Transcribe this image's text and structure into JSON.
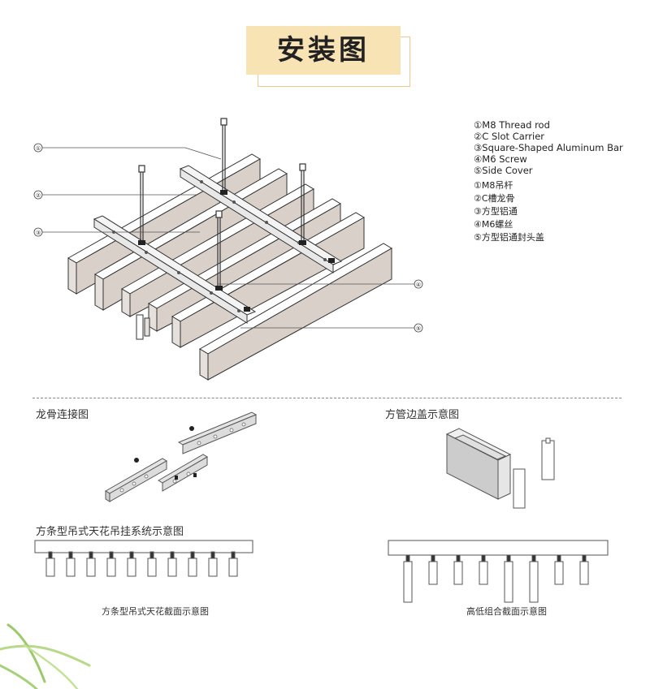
{
  "title": "安装图",
  "legend_en": [
    "①M8 Thread rod",
    "②C Slot Carrier",
    "③Square-Shaped Aluminum Bar",
    "④M6 Screw",
    "⑤Side Cover"
  ],
  "legend_cn": [
    "①M8吊杆",
    "②C槽龙骨",
    "③方型铝通",
    "④M6螺丝",
    "⑤方型铝通封头盖"
  ],
  "callouts": [
    "①",
    "②",
    "③",
    "④",
    "⑤"
  ],
  "sections": {
    "keel_connection": "龙骨连接图",
    "side_cover": "方管边盖示意图",
    "suspension_system": "方条型吊式天花吊挂系统示意图"
  },
  "captions": {
    "section_view": "方条型吊式天花截面示意图",
    "high_low_view": "高低组合截面示意图"
  },
  "colors": {
    "title_bg": "#f8e3b4",
    "bar_face": "#d9d0ca",
    "outline": "#333333"
  }
}
